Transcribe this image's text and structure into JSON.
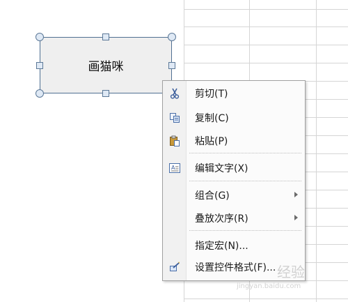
{
  "shape": {
    "label": "画猫咪"
  },
  "context_menu": {
    "items": [
      {
        "icon": "scissors-icon",
        "label": "剪切(T)",
        "submenu": false
      },
      {
        "icon": "copy-icon",
        "label": "复制(C)",
        "submenu": false
      },
      {
        "icon": "paste-icon",
        "label": "粘贴(P)",
        "submenu": false
      },
      {
        "icon": "edit-text-icon",
        "label": "编辑文字(X)",
        "submenu": false
      },
      {
        "icon": "",
        "label": "组合(G)",
        "submenu": true
      },
      {
        "icon": "",
        "label": "叠放次序(R)",
        "submenu": true
      },
      {
        "icon": "",
        "label": "指定宏(N)...",
        "submenu": false
      },
      {
        "icon": "format-control-icon",
        "label": "设置控件格式(F)...",
        "submenu": false
      }
    ]
  },
  "watermark": {
    "site": "经验",
    "url": "jingyan.baidu.com"
  }
}
